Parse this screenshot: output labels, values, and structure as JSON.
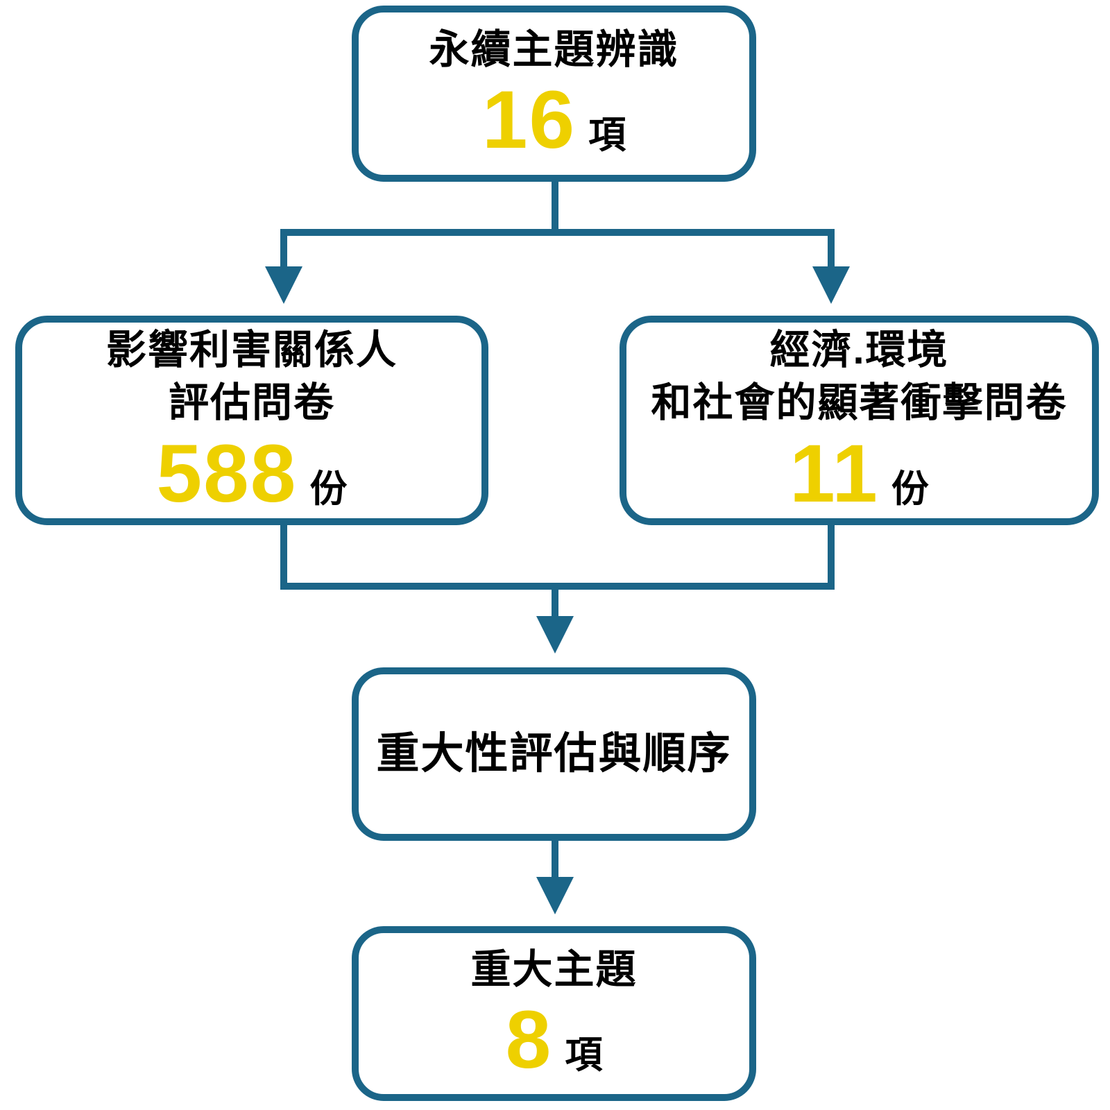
{
  "colors": {
    "line": "#1b6588",
    "accent_number": "#eed000",
    "text": "#000000",
    "background": "#ffffff",
    "node_fill": "#ffffff"
  },
  "nodes": {
    "top": {
      "title": "永續主題辨識",
      "value": "16",
      "unit": "項"
    },
    "left": {
      "title_lines": [
        "影響利害關係人",
        "評估問卷"
      ],
      "value": "588",
      "unit": "份"
    },
    "right": {
      "title_lines": [
        "經濟.環境",
        "和社會的顯著衝擊問卷"
      ],
      "value": "11",
      "unit": "份"
    },
    "middle": {
      "title": "重大性評估與順序"
    },
    "bottom": {
      "title": "重大主題",
      "value": "8",
      "unit": "項"
    }
  }
}
